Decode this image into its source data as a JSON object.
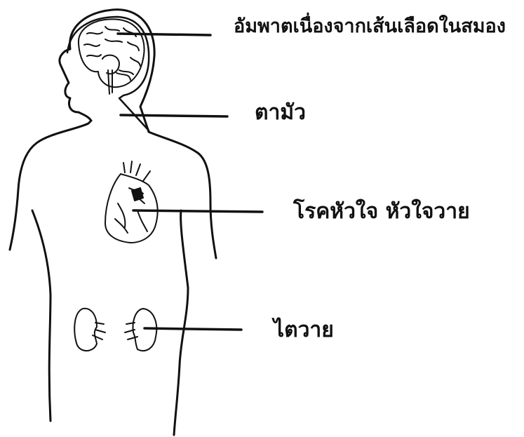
{
  "labels": {
    "stroke": "อัมพาตเนื่องจากเส้นเลือดในสมอง",
    "blindness": "ตามัว",
    "heart": "โรคหัวใจ  หัวใจวาย",
    "kidney": "ไตวาย"
  },
  "colors": {
    "ink": "#111111",
    "background": "#ffffff"
  }
}
